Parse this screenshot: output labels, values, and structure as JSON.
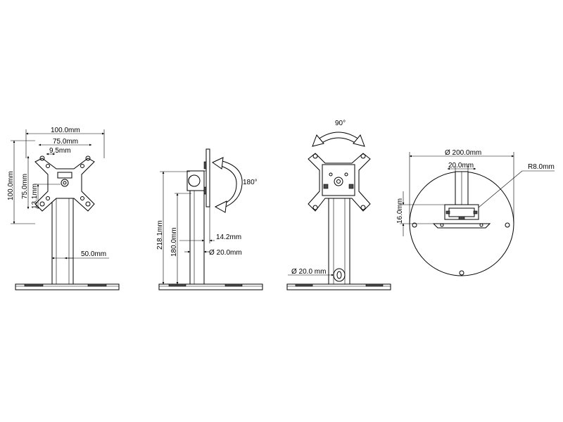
{
  "front_view": {
    "width_outer": "100.0mm",
    "width_inner": "75.0mm",
    "pitch_small": "9.5mm",
    "height_outer": "100.0mm",
    "height_inner": "75.0mm",
    "offset": "13.1mm",
    "pole_width": "50.0mm"
  },
  "side_view": {
    "total_height": "218.1mm",
    "pole_height": "180.0mm",
    "tilt_angle": "180°",
    "plate_offset": "14.2mm",
    "pole_diameter": "Ø 20.0mm"
  },
  "rear_view": {
    "rotation_angle": "90°",
    "cable_hole": "Ø 20.0 mm"
  },
  "base_view": {
    "base_diameter": "Ø 200.0mm",
    "bracket_width": "20.0mm",
    "corner_radius": "R8.0mm",
    "bracket_height": "16.0mm"
  },
  "colors": {
    "line": "#000000",
    "fill_dark": "#4a4a4a",
    "background": "#ffffff"
  }
}
